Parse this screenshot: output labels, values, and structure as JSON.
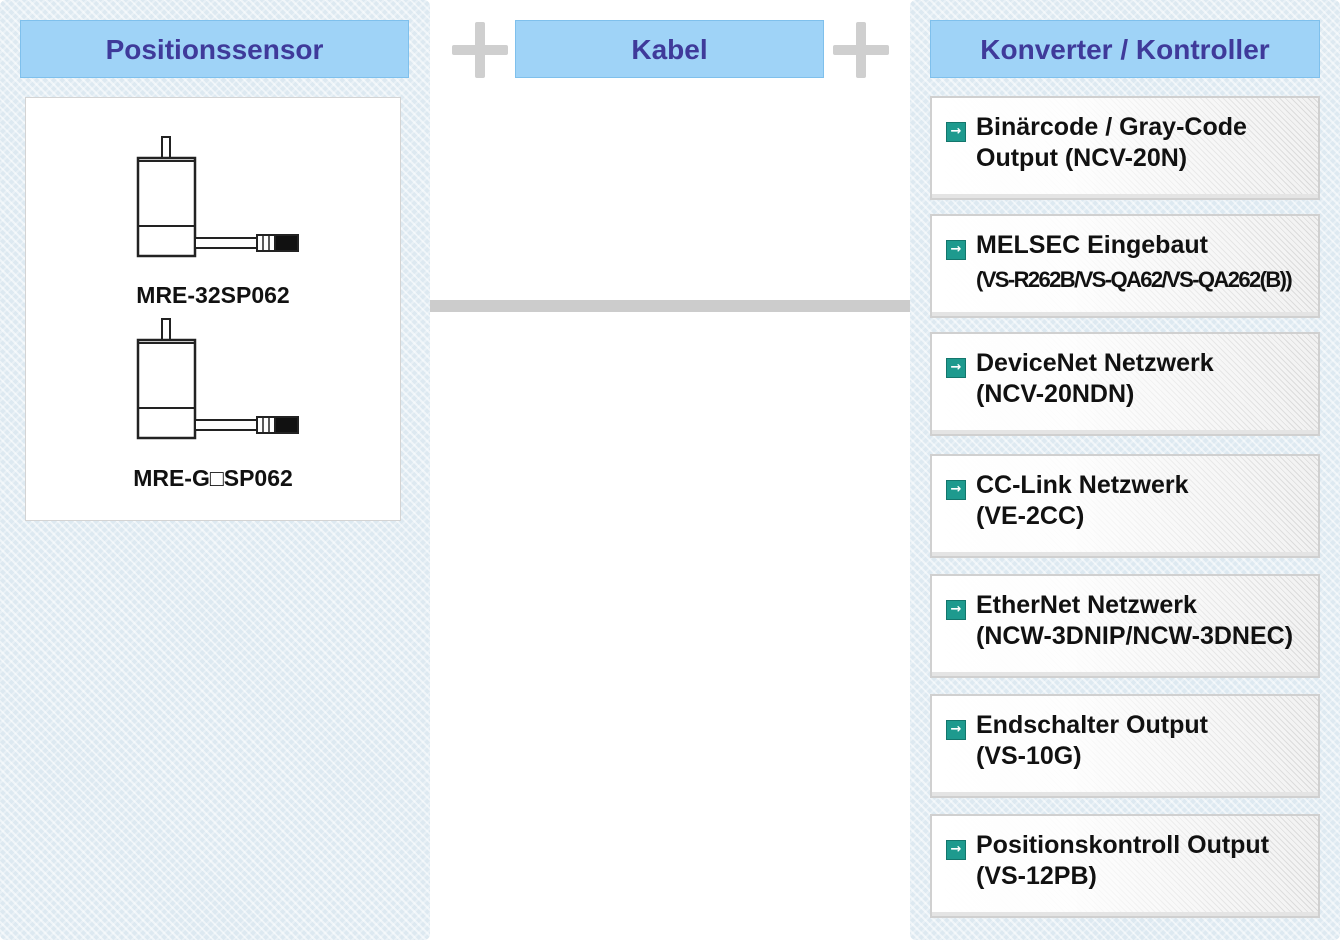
{
  "columns": {
    "sensor": {
      "title": "Positionssensor",
      "models": [
        "MRE-32SP062",
        "MRE-G□SP062"
      ]
    },
    "cable": {
      "title": "Kabel"
    },
    "converter": {
      "title": "Konverter / Kontroller",
      "items": [
        {
          "title": "Binärcode / Gray-Code",
          "subtitle": "Output (NCV-20N)"
        },
        {
          "title": "MELSEC Eingebaut",
          "subtitle": "(VS-R262B/VS-QA62/VS-QA262(B))"
        },
        {
          "title": "DeviceNet Netzwerk",
          "subtitle": "(NCV-20NDN)"
        },
        {
          "title": "CC-Link Netzwerk",
          "subtitle": "(VE-2CC)"
        },
        {
          "title": "EtherNet Netzwerk",
          "subtitle": "(NCW-3DNIP/NCW-3DNEC)"
        },
        {
          "title": "Endschalter Output",
          "subtitle": "(VS-10G)"
        },
        {
          "title": "Positionskontroll Output",
          "subtitle": "(VS-12PB)"
        }
      ]
    }
  },
  "icons": {
    "plus": "plus-icon",
    "card_arrow": "arrow-right-icon",
    "sensor": "position-sensor-icon"
  },
  "colors": {
    "header_bg": "#9fd3f7",
    "header_text": "#3f3a9a",
    "panel_bg": "#dde9f1",
    "arrow_icon": "#1e9a8e",
    "cable_line": "#cccccc"
  }
}
